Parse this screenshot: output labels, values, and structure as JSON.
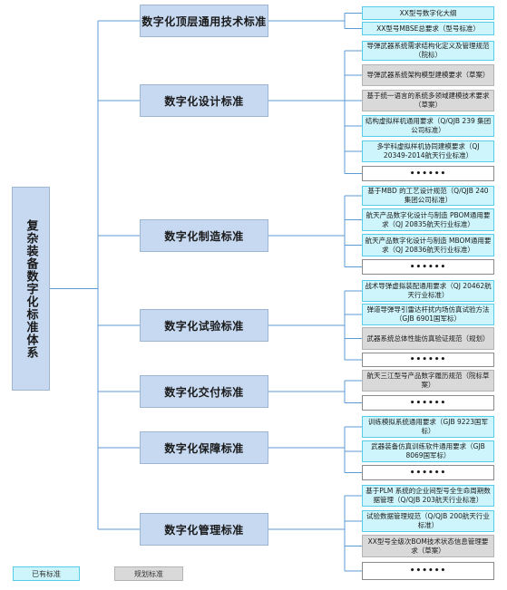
{
  "root_label": "复杂装备数字化标准体系",
  "categories": [
    {
      "label": "数字化顶层通用技术标准",
      "items": [
        {
          "text": "XX型号数字化大纲",
          "status": "existing"
        },
        {
          "text": "XX型号MBSE总要求（型号标准）",
          "status": "existing"
        }
      ]
    },
    {
      "label": "数字化设计标准",
      "items": [
        {
          "text": "导弹武器系统需求结构化定义及管理规范（院标）",
          "status": "existing"
        },
        {
          "text": "导弹武器系统架构模型建模要求（草案）",
          "status": "planned"
        },
        {
          "text": "基于统一语言的系统多领域建模技术要求（草案）",
          "status": "planned"
        },
        {
          "text": "结构虚拟样机通用要求（Q/QJB 239 集团公司标准）",
          "status": "existing"
        },
        {
          "text": "多学科虚拟样机协同建模要求（QJ 20349-2014航天行业标准）",
          "status": "existing"
        },
        {
          "text": "••••••",
          "status": "ellipsis"
        }
      ]
    },
    {
      "label": "数字化制造标准",
      "items": [
        {
          "text": "基于MBD 的工艺设计规范（Q/QJB 240 集团公司标准）",
          "status": "existing"
        },
        {
          "text": "航天产品数字化设计与制造 PBOM通用要求（QJ 20835航天行业标准）",
          "status": "existing"
        },
        {
          "text": "航天产品数字化设计与制造 MBOM通用要求（QJ 20836航天行业标准）",
          "status": "existing"
        },
        {
          "text": "••••••",
          "status": "ellipsis"
        }
      ]
    },
    {
      "label": "数字化试验标准",
      "items": [
        {
          "text": "战术导弹虚拟装配通用要求（QJ 20462航天行业标准）",
          "status": "existing"
        },
        {
          "text": "弹道导弹导引雷达杆扰内场仿真试验方法（GJB 6901国军标）",
          "status": "existing"
        },
        {
          "text": "武器系统总体性能仿真验证规范（规划）",
          "status": "planned"
        },
        {
          "text": "••••••",
          "status": "ellipsis"
        }
      ]
    },
    {
      "label": "数字化交付标准",
      "items": [
        {
          "text": "航天三江型号产品数字履历规范（院标草案）",
          "status": "planned"
        },
        {
          "text": "••••••",
          "status": "ellipsis"
        }
      ]
    },
    {
      "label": "数字化保障标准",
      "items": [
        {
          "text": "训练模拟系统通用要求（GJB 9223国军标）",
          "status": "existing"
        },
        {
          "text": "武器装备仿真训练软件通用要求（GJB 8069国军标）",
          "status": "existing"
        },
        {
          "text": "••••••",
          "status": "ellipsis"
        }
      ]
    },
    {
      "label": "数字化管理标准",
      "items": [
        {
          "text": "基于PLM 系统的企业间型号全生命周期数据管理（Q/QJB 203航天行业标准）",
          "status": "existing"
        },
        {
          "text": "试验数据管理规范（Q/QJB 200航天行业标准）",
          "status": "existing"
        },
        {
          "text": "XX型号全级次BOM技术状态信息管理要求（草案）",
          "status": "planned"
        },
        {
          "text": "••••••",
          "status": "ellipsis"
        }
      ]
    }
  ],
  "legend": {
    "existing_label": "已有标准",
    "planned_label": "规划标准"
  },
  "colors": {
    "category_fill": "#c6d9f1",
    "existing_fill": "#cdf5fb",
    "existing_border": "#55cde6",
    "planned_fill": "#d9d9d9",
    "connector": "#5b9bd5"
  }
}
